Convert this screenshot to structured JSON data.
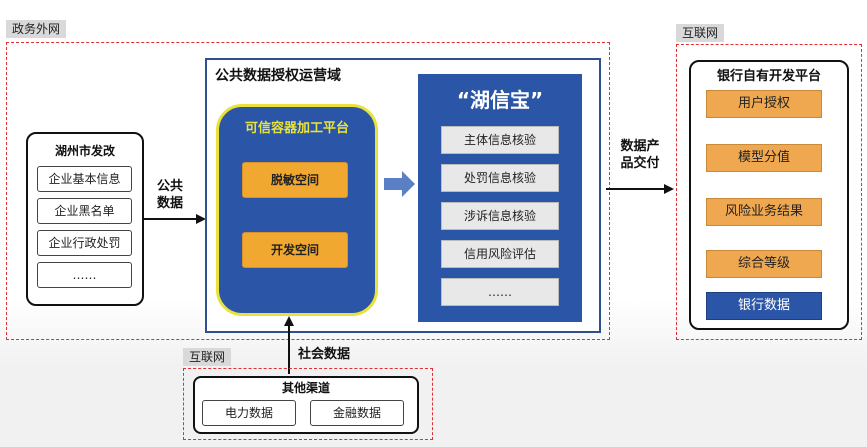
{
  "zones": {
    "gov_network": "政务外网",
    "internet_right": "互联网",
    "internet_bottom": "互联网"
  },
  "source": {
    "title": "湖州市发改",
    "items": [
      "企业基本信息",
      "企业黑名单",
      "企业行政处罚",
      "……"
    ]
  },
  "arrows": {
    "public_data": [
      "公共",
      "数据"
    ],
    "data_product": [
      "数据产",
      "品交付"
    ],
    "social_data": "社会数据"
  },
  "domain": {
    "title": "公共数据授权运营域",
    "trusted_platform": {
      "title": "可信容器加工平台",
      "spaces": [
        "脱敏空间",
        "开发空间"
      ]
    },
    "huxinbao": {
      "title": "“湖信宝”",
      "items": [
        "主体信息核验",
        "处罚信息核验",
        "涉诉信息核验",
        "信用风险评估",
        "……"
      ]
    }
  },
  "bank": {
    "title": "银行自有开发平台",
    "items": [
      "用户授权",
      "模型分值",
      "风险业务结果",
      "综合等级"
    ],
    "final": "银行数据"
  },
  "other": {
    "title": "其他渠道",
    "items": [
      "电力数据",
      "金融数据"
    ]
  },
  "colors": {
    "dashed_border": "#e03030",
    "blue": "#2b56a8",
    "orange": "#f0a830",
    "yellow_border": "#e8e23a"
  }
}
